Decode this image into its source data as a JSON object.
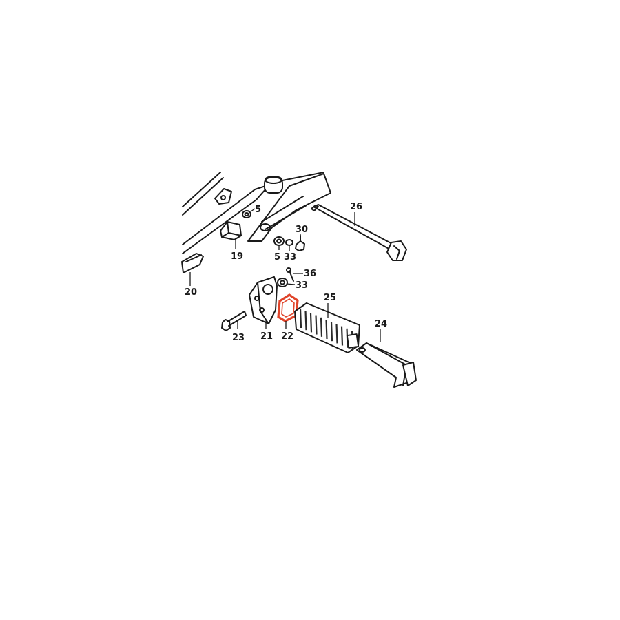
{
  "diagram": {
    "highlight_color": "#e0442a",
    "line_color": "#1a1a1a",
    "background": "#ffffff",
    "highlighted_part": "22",
    "callouts": [
      "5",
      "19",
      "20",
      "26",
      "30",
      "5",
      "33",
      "36",
      "33",
      "25",
      "21",
      "22",
      "23",
      "24"
    ]
  }
}
